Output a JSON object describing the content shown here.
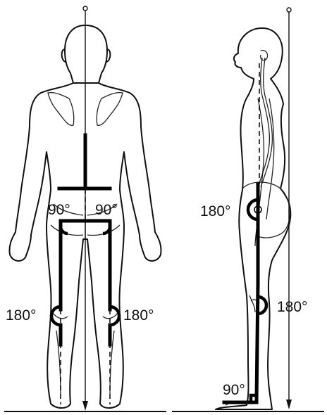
{
  "figure": {
    "back_view": {
      "hip_angles": [
        "90°",
        "90°"
      ],
      "knee_angles": [
        "180°",
        "180°"
      ]
    },
    "side_view": {
      "hip_angle": "180°",
      "knee_angle": "180°",
      "ankle_angle": "90°"
    }
  },
  "colors": {
    "line": "#111111",
    "background": "#ffffff"
  }
}
